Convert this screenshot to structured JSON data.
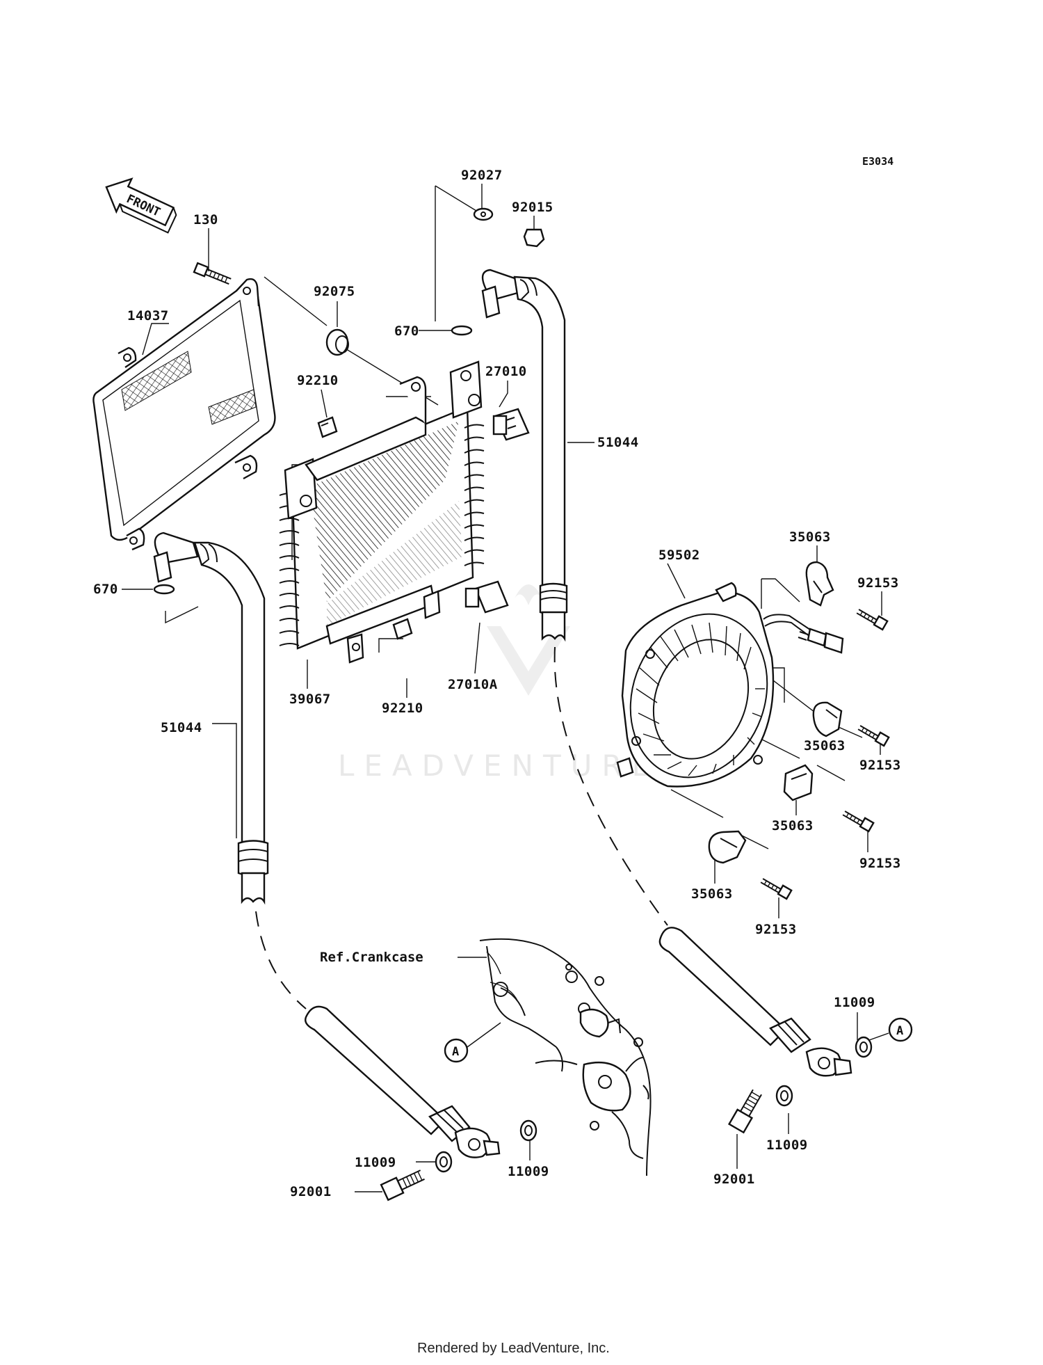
{
  "diagram_id": "E3034",
  "front_label": "FRONT",
  "reference_label": "Ref.Crankcase",
  "circle_marker": "A",
  "watermark": "LEADVENTURE",
  "footer": "Rendered by LeadVenture, Inc.",
  "parts": {
    "p130": "130",
    "p14037": "14037",
    "p92075": "92075",
    "p92027": "92027",
    "p92015": "92015",
    "p670_top": "670",
    "p27010": "27010",
    "p92210_top": "92210",
    "p51044_right": "51044",
    "p670_left": "670",
    "p59502": "59502",
    "p35063_a": "35063",
    "p92153_a": "92153",
    "p27010A": "27010A",
    "p39067": "39067",
    "p92210_bottom": "92210",
    "p51044_left": "51044",
    "p35063_b": "35063",
    "p92153_b": "92153",
    "p35063_c": "35063",
    "p92153_c": "92153",
    "p35063_d": "35063",
    "p92153_d": "92153",
    "p11009_tr": "11009",
    "p11009_br": "11009",
    "p92001_right": "92001",
    "p11009_l1": "11009",
    "p11009_l2": "11009",
    "p92001_left": "92001"
  }
}
